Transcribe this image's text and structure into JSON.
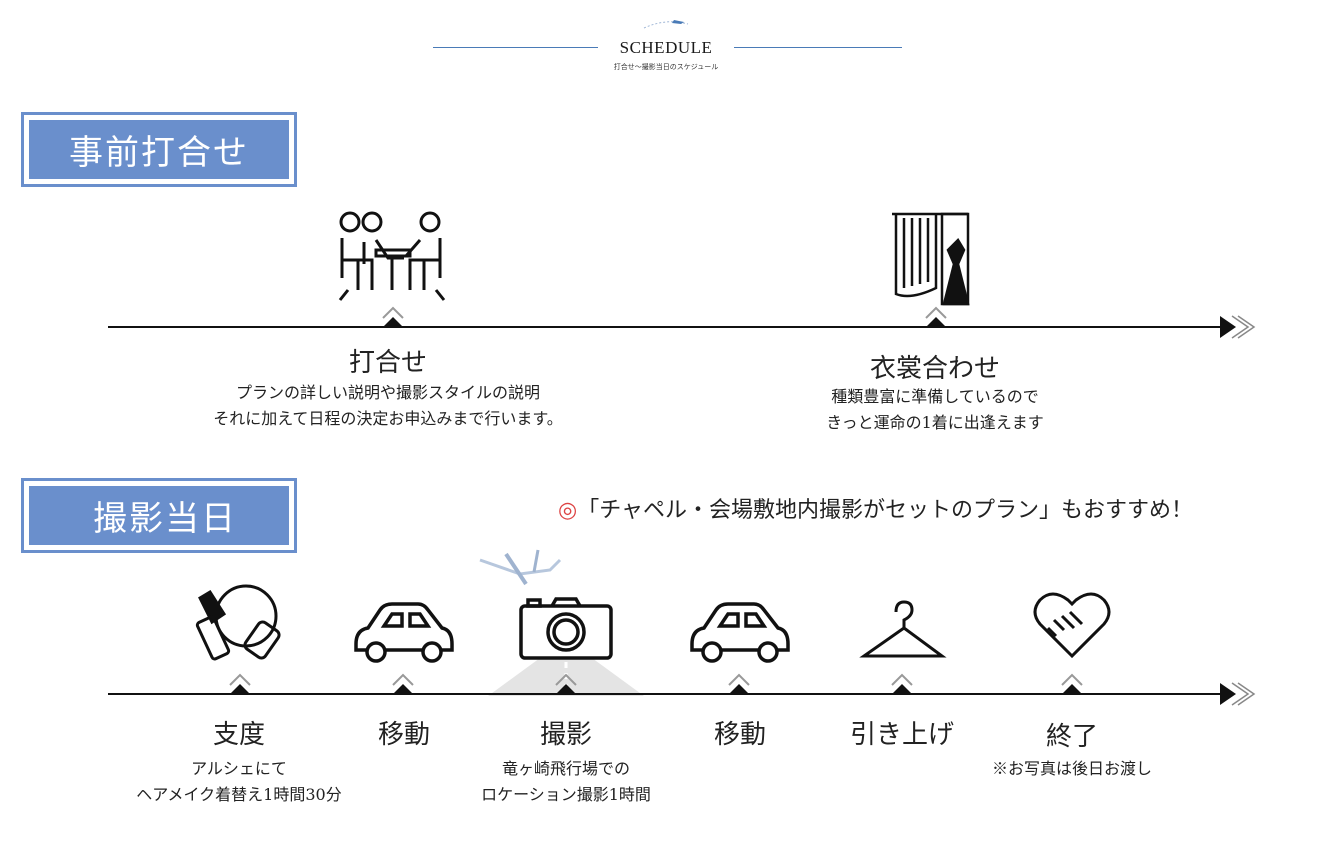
{
  "header": {
    "title": "SCHEDULE",
    "subtitle": "打合せ〜撮影当日のスケジュール"
  },
  "sections": {
    "pre": {
      "label": "事前打合せ"
    },
    "day": {
      "label": "撮影当日"
    }
  },
  "recommend": {
    "mark": "◎",
    "text": "「チャペル・会場敷地内撮影がセットのプラン」もおすすめ！"
  },
  "pre_steps": [
    {
      "title": "打合せ",
      "desc": [
        "プランの詳しい説明や撮影スタイルの説明",
        "それに加えて日程の決定お申込みまで行います。"
      ],
      "icon": "meeting-icon"
    },
    {
      "title": "衣裳合わせ",
      "desc": [
        "種類豊富に準備しているので",
        "きっと運命の1着に出逢えます"
      ],
      "icon": "dress-curtain-icon"
    }
  ],
  "day_steps": [
    {
      "title": "支度",
      "desc": [
        "アルシェにて",
        "ヘアメイク着替え1時間30分"
      ],
      "icon": "makeup-icon"
    },
    {
      "title": "移動",
      "desc": [],
      "icon": "car-icon"
    },
    {
      "title": "撮影",
      "desc": [
        "竜ヶ崎飛行場での",
        "ロケーション撮影1時間"
      ],
      "icon": "camera-icon"
    },
    {
      "title": "移動",
      "desc": [],
      "icon": "car-icon"
    },
    {
      "title": "引き上げ",
      "desc": [],
      "icon": "hanger-icon"
    },
    {
      "title": "終了",
      "desc": [
        "※お写真は後日お渡し"
      ],
      "icon": "heart-handshake-icon"
    }
  ],
  "colors": {
    "accent": "#6a8fcc",
    "line": "#111111",
    "header_line": "#4a7bb7"
  }
}
